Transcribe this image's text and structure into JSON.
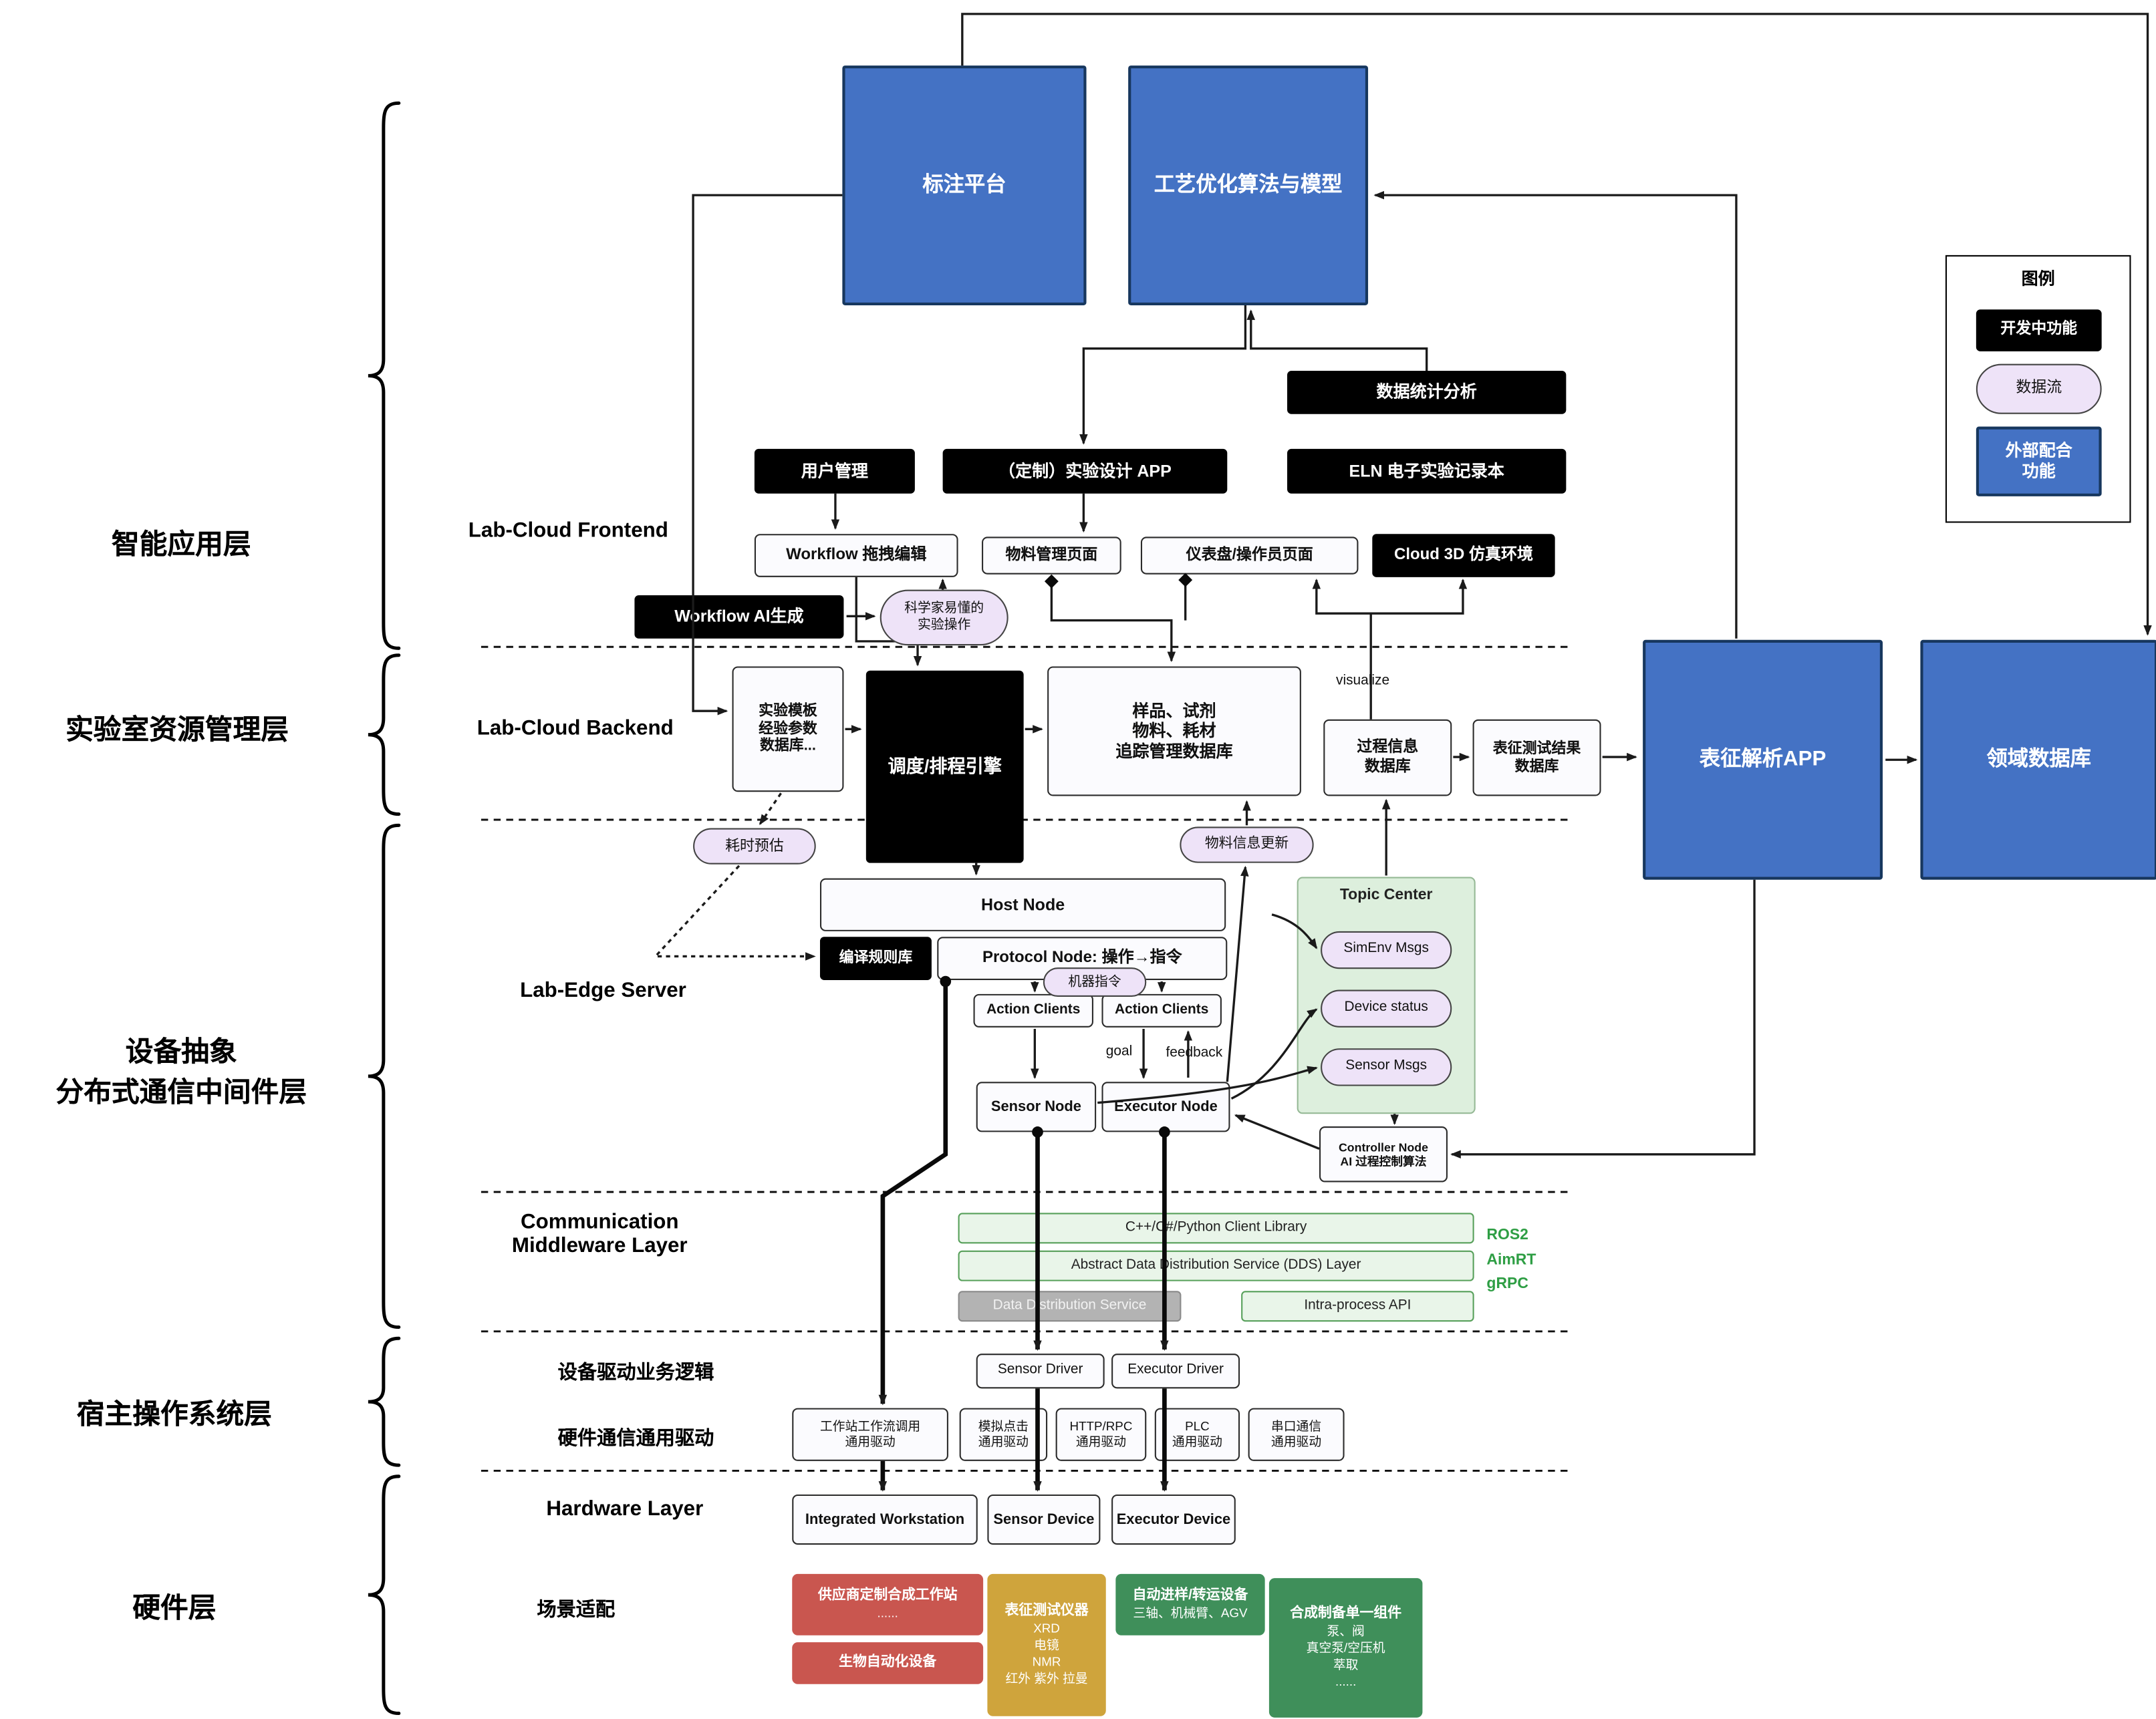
{
  "layer_labels": {
    "app": "智能应用层",
    "resource": "实验室资源管理层",
    "middleware": "设备抽象\n分布式通信中间件层",
    "host_os": "宿主操作系统层",
    "hardware": "硬件层"
  },
  "top_modules": {
    "annotation_platform": "标注平台",
    "process_model": "工艺优化算法与模型"
  },
  "legend": {
    "title": "图例",
    "developing": "开发中功能",
    "data_flow": "数据流",
    "external": "外部配合\n功能"
  },
  "frontend": {
    "label": "Lab-Cloud Frontend",
    "data_analytics": "数据统计分析",
    "user_mgmt": "用户管理",
    "design_app": "（定制）实验设计 APP",
    "eln": "ELN 电子实验记录本",
    "workflow_editor": "Workflow 拖拽编辑",
    "material_page": "物料管理页面",
    "dashboard_page": "仪表盘/操作员页面",
    "cloud_3d": "Cloud 3D 仿真环境",
    "workflow_ai": "Workflow AI生成",
    "scientist_ops": "科学家易懂的\n实验操作"
  },
  "backend": {
    "label": "Lab-Cloud Backend",
    "template_db": "实验模板\n经验参数\n数据库...",
    "scheduler": "调度/排程引擎",
    "tracking_db": "样品、试剂\n物料、耗材\n追踪管理数据库",
    "visualize": "visualize",
    "process_db": "过程信息\n数据库",
    "result_db": "表征测试结果\n数据库",
    "analysis_app": "表征解析APP",
    "domain_db": "领域数据库"
  },
  "edge": {
    "label": "Lab-Edge Server",
    "time_estimate": "耗时预估",
    "material_update": "物料信息更新",
    "host_node": "Host Node",
    "compile_rules": "编译规则库",
    "protocol_node": "Protocol Node: 操作→指令",
    "machine_cmd": "机器指令",
    "action_clients_left": "Action Clients",
    "action_clients_right": "Action Clients",
    "goal": "goal",
    "feedback": "feedback",
    "sensor_node": "Sensor Node",
    "executor_node": "Executor Node",
    "topic_center": "Topic Center",
    "topics": [
      "SimEnv Msgs",
      "Device status",
      "Sensor Msgs"
    ],
    "controller_node": "Controller Node\nAI 过程控制算法"
  },
  "middleware": {
    "label": "Communication\nMiddleware Layer",
    "client_lib": "C++/C#/Python Client Library",
    "dds_abstract": "Abstract Data Distribution Service (DDS) Layer",
    "dds_service": "Data Distribution Service",
    "intra_api": "Intra-process API",
    "frameworks": "ROS2\nAimRT\ngRPC"
  },
  "host_os": {
    "driver_logic_label": "设备驱动业务逻辑",
    "sensor_driver": "Sensor Driver",
    "executor_driver": "Executor Driver",
    "hw_comm_label": "硬件通信通用驱动",
    "drivers": [
      "工作站工作流调用\n通用驱动",
      "模拟点击\n通用驱动",
      "HTTP/RPC\n通用驱动",
      "PLC\n通用驱动",
      "串口通信\n通用驱动"
    ]
  },
  "hardware": {
    "label": "Hardware Layer",
    "integrated_ws": "Integrated Workstation",
    "sensor_device": "Sensor Device",
    "executor_device": "Executor Device",
    "scenario_label": "场景适配",
    "vendor_ws": {
      "title": "供应商定制合成工作站",
      "body": "......"
    },
    "bio_auto": "生物自动化设备",
    "characterization": {
      "title": "表征测试仪器",
      "body": "XRD\n电镜\nNMR\n红外 紫外 拉曼"
    },
    "transfer": {
      "title": "自动进样/转运设备",
      "body": "三轴、机械臂、AGV"
    },
    "synthesis": {
      "title": "合成制备单一组件",
      "body": "泵、阀\n真空泵/空压机\n萃取\n......"
    }
  },
  "colors": {
    "blue": "#4472c4",
    "black": "#000000",
    "pill_purple": "#eee3f8",
    "green_panel": "#ddefdd",
    "red": "#c9564f",
    "gold": "#cfa43c",
    "green_hw": "#3f8f5a",
    "framework_green": "#2e9e44"
  }
}
